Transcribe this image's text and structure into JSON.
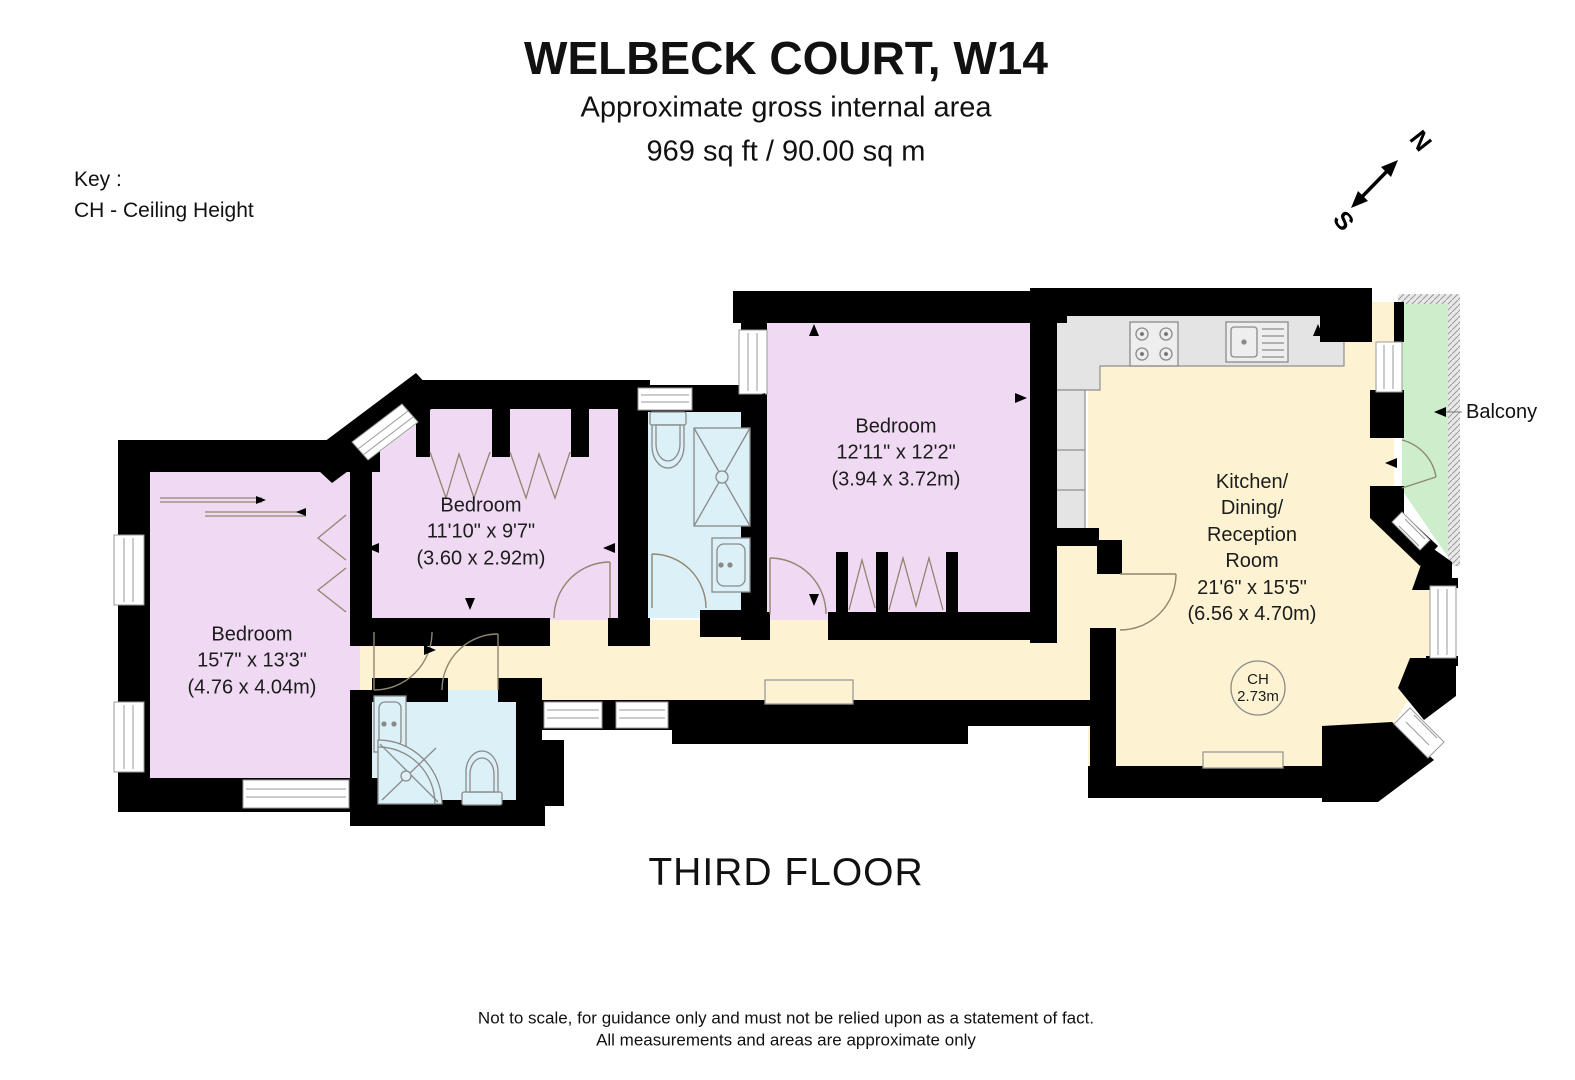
{
  "header": {
    "title": "WELBECK COURT, W14",
    "subtitle": "Approximate gross internal area",
    "area": "969 sq ft / 90.00 sq m"
  },
  "key": {
    "heading": "Key :",
    "entry": "CH - Ceiling Height"
  },
  "compass": {
    "north": "N",
    "south": "S"
  },
  "rooms": [
    {
      "name": "Bedroom",
      "imperial": "15'7\" x 13'3\"",
      "metric": "(4.76 x 4.04m)"
    },
    {
      "name": "Bedroom",
      "imperial": "11'10\" x 9'7\"",
      "metric": "(3.60 x 2.92m)"
    },
    {
      "name": "Bedroom",
      "imperial": "12'11\" x 12'2\"",
      "metric": "(3.94 x 3.72m)"
    },
    {
      "name_lines": [
        "Kitchen/",
        "Dining/",
        "Reception",
        "Room"
      ],
      "imperial": "21'6\" x 15'5\"",
      "metric": "(6.56 x 4.70m)"
    }
  ],
  "ceiling_height": {
    "label": "CH",
    "value": "2.73m"
  },
  "balcony_label": "Balcony",
  "floor_label": "THIRD FLOOR",
  "footer": {
    "line1": "Not to scale, for guidance only and must not be relied upon as a statement of fact.",
    "line2": "All measurements and areas are approximate only"
  },
  "colors": {
    "bedroom": "#f0d9f3",
    "hall_kitchen": "#fdf3d2",
    "bathroom": "#dcf0f8",
    "balcony": "#cceecb",
    "counter": "#e4e4e4",
    "wall": "#000000"
  }
}
